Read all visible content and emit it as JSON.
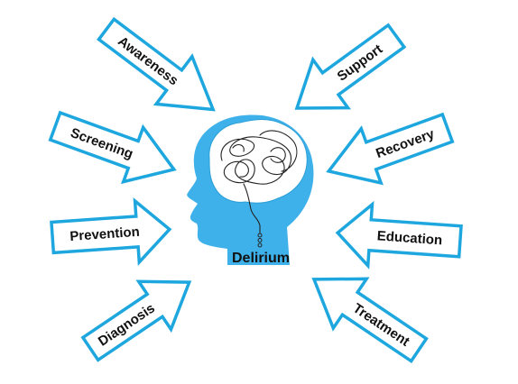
{
  "diagram": {
    "center_label": "Delirium",
    "arrows": [
      {
        "id": "awareness",
        "label": "Awareness"
      },
      {
        "id": "screening",
        "label": "Screening"
      },
      {
        "id": "prevention",
        "label": "Prevention"
      },
      {
        "id": "diagnosis",
        "label": "Diagnosis"
      },
      {
        "id": "support",
        "label": "Support"
      },
      {
        "id": "recovery",
        "label": "Recovery"
      },
      {
        "id": "education",
        "label": "Education"
      },
      {
        "id": "treatment",
        "label": "Treatment"
      }
    ]
  },
  "colors": {
    "accent": "#1ea7de",
    "head": "#3fb1ea",
    "brain": "#ffffff",
    "text": "#111111"
  },
  "icons": [
    "head-silhouette-icon",
    "tangled-brain-icon"
  ]
}
